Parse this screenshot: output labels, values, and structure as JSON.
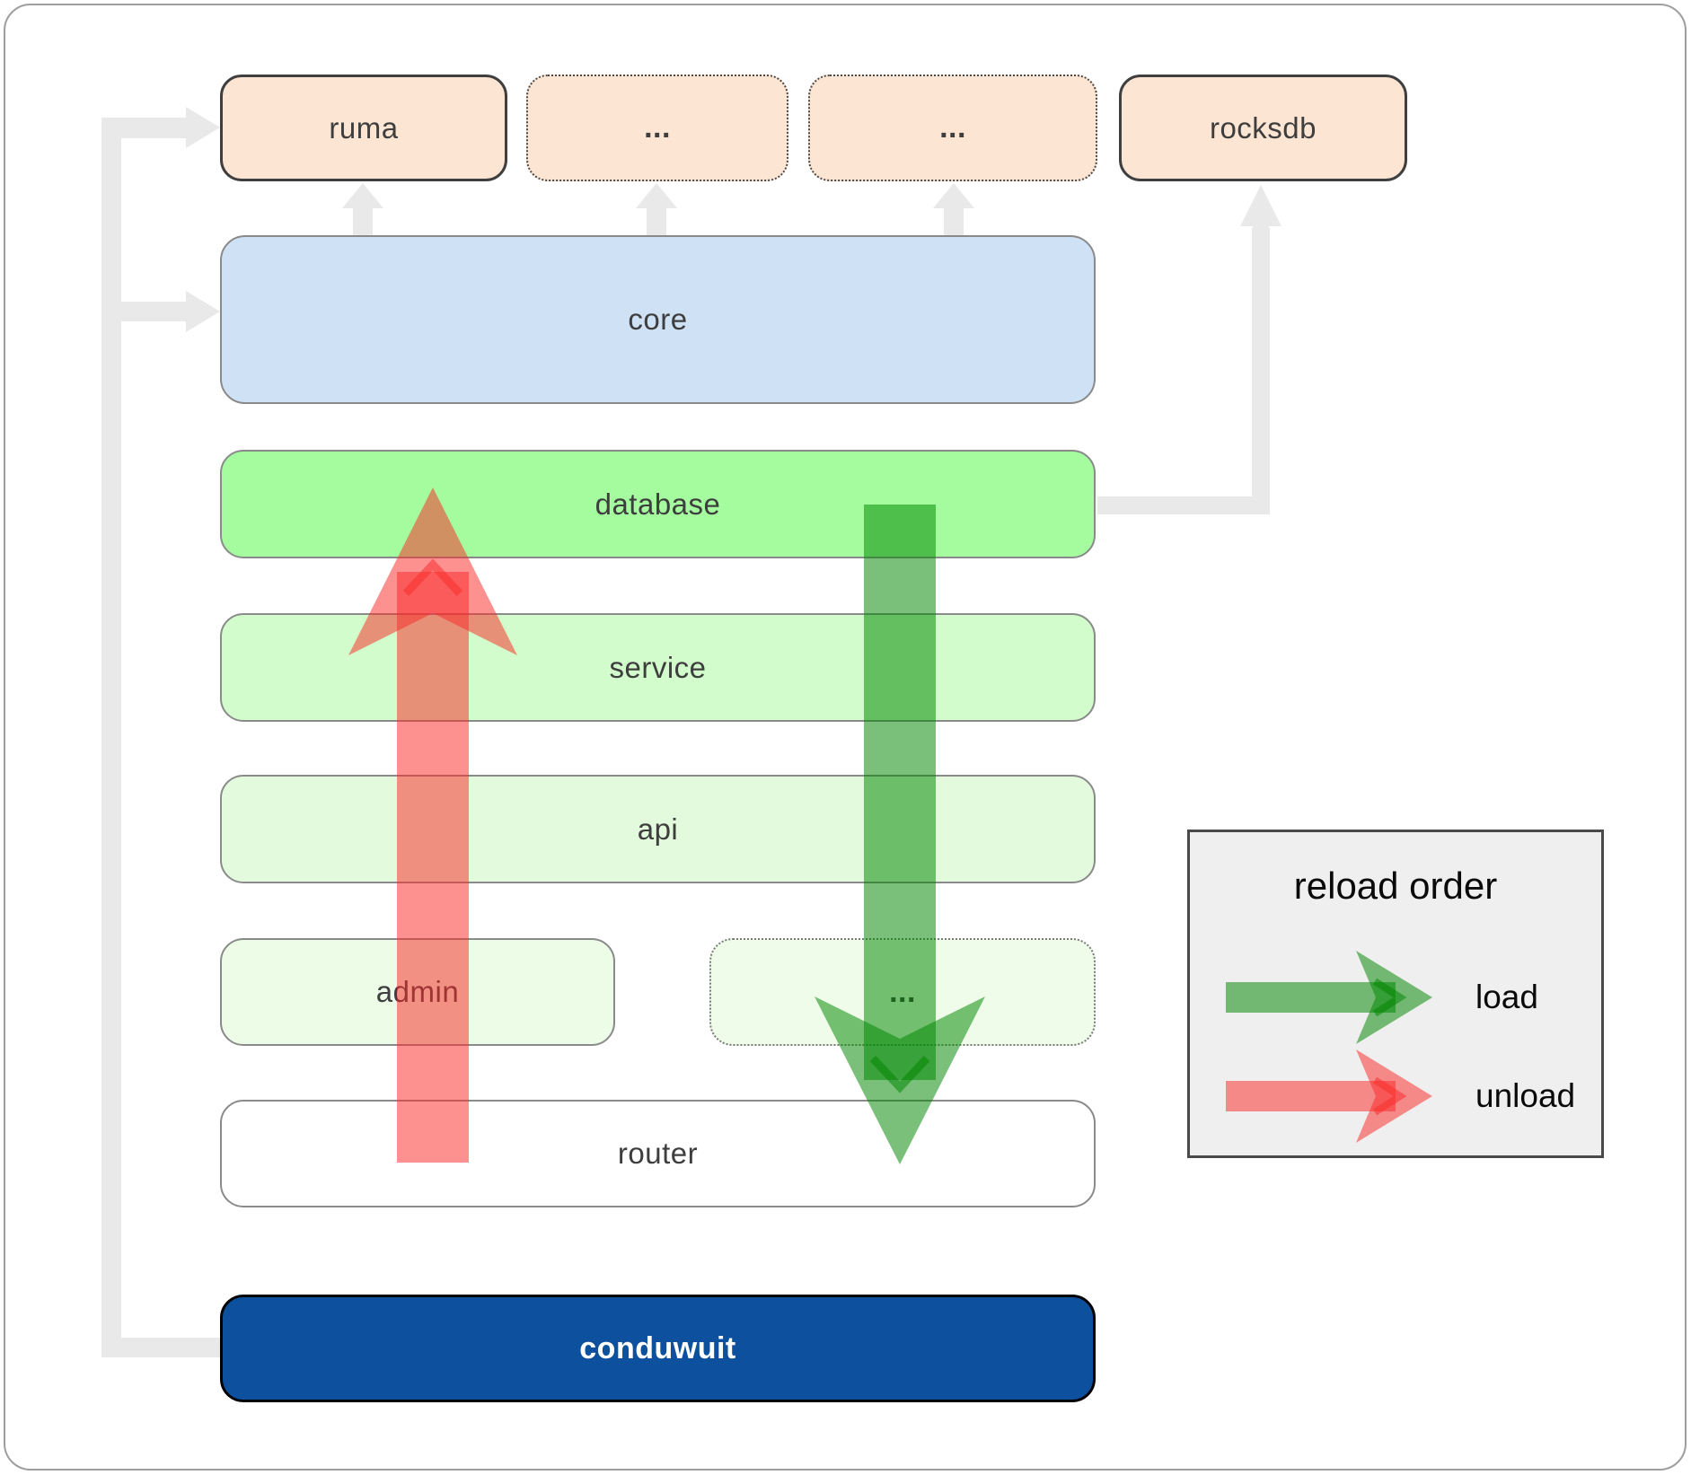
{
  "boxes": {
    "ruma": {
      "label": "ruma"
    },
    "crates_a": {
      "label": "..."
    },
    "crates_b": {
      "label": "..."
    },
    "rocksdb": {
      "label": "rocksdb"
    },
    "core": {
      "label": "core"
    },
    "database": {
      "label": "database"
    },
    "service": {
      "label": "service"
    },
    "api": {
      "label": "api"
    },
    "admin": {
      "label": "admin"
    },
    "admin_more": {
      "label": "..."
    },
    "router": {
      "label": "router"
    },
    "conduwuit": {
      "label": "conduwuit"
    }
  },
  "legend": {
    "title": "reload order",
    "items": [
      {
        "label": "load"
      },
      {
        "label": "unload"
      }
    ]
  },
  "colors": {
    "peach": "#fce5d3",
    "core_blue": "#cfe2f5",
    "database_green": "#a5fc9e",
    "service_green": "#d2fccb",
    "api_green": "#e3fbdc",
    "admin_green": "#ecfce7",
    "admin_more_green": "#effcea",
    "router_white": "#ffffff",
    "conduwuit_blue": "#0d509e",
    "connector_gray": "#e9e9e9",
    "load_green": "#008700",
    "unload_red": "#f92d2b",
    "legend_bg": "#efefef"
  }
}
